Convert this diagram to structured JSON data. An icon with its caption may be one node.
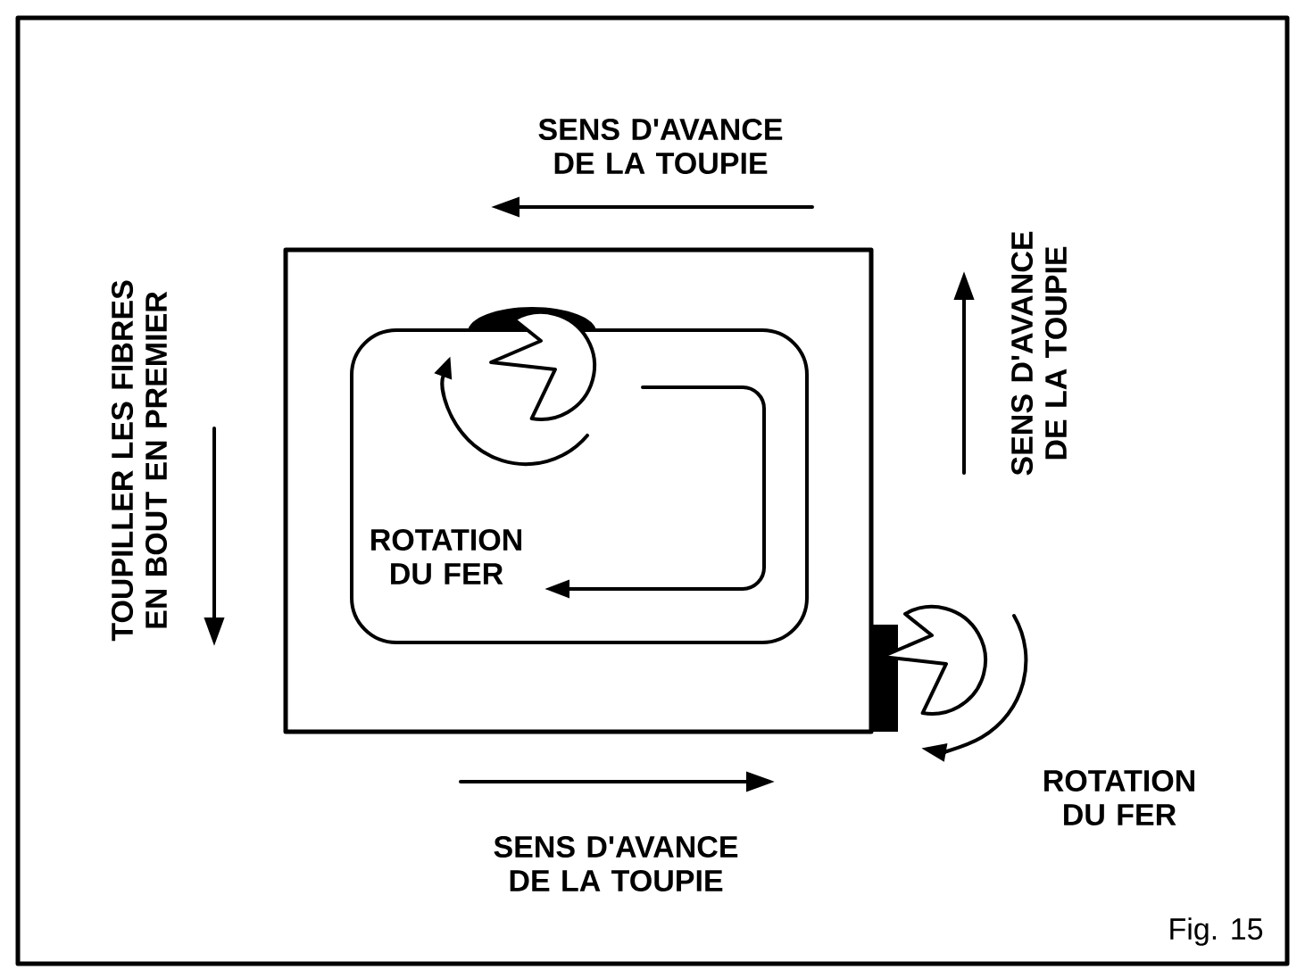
{
  "diagram": {
    "caption": "Fig. 15",
    "labels": [
      "SENS D'AVANCE DE LA TOUPIE",
      "TOUPILLER LES FIBRES EN BOUT EN PREMIER",
      "SENS D'AVANCE DE LA TOUPIE",
      "ROTATION DU FER",
      "SENS D'AVANCE DE LA TOUPIE",
      "ROTATION DU FER"
    ]
  }
}
